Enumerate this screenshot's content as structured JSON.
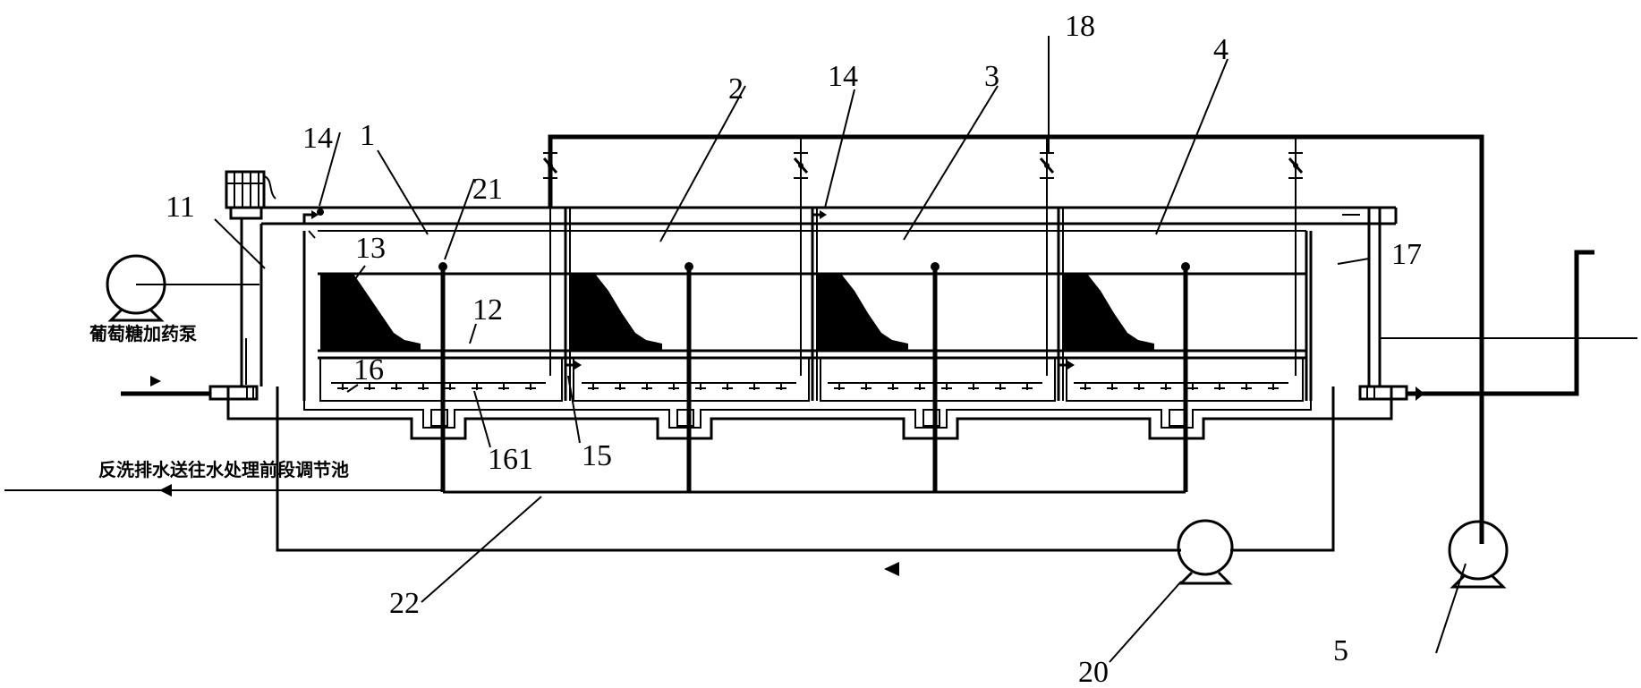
{
  "labels": {
    "l1": "1",
    "l2": "2",
    "l3": "3",
    "l4": "4",
    "l5": "5",
    "l11": "11",
    "l12": "12",
    "l13": "13",
    "l14a": "14",
    "l14b": "14",
    "l15": "15",
    "l16": "16",
    "l161": "161",
    "l17": "17",
    "l18": "18",
    "l20": "20",
    "l21": "21",
    "l22": "22"
  },
  "annotations": {
    "pump_text": "葡萄糖加药泵",
    "backwash_text": "反洗排水送往水处理前段调节池"
  },
  "colors": {
    "stroke": "#000000",
    "background": "#ffffff"
  }
}
